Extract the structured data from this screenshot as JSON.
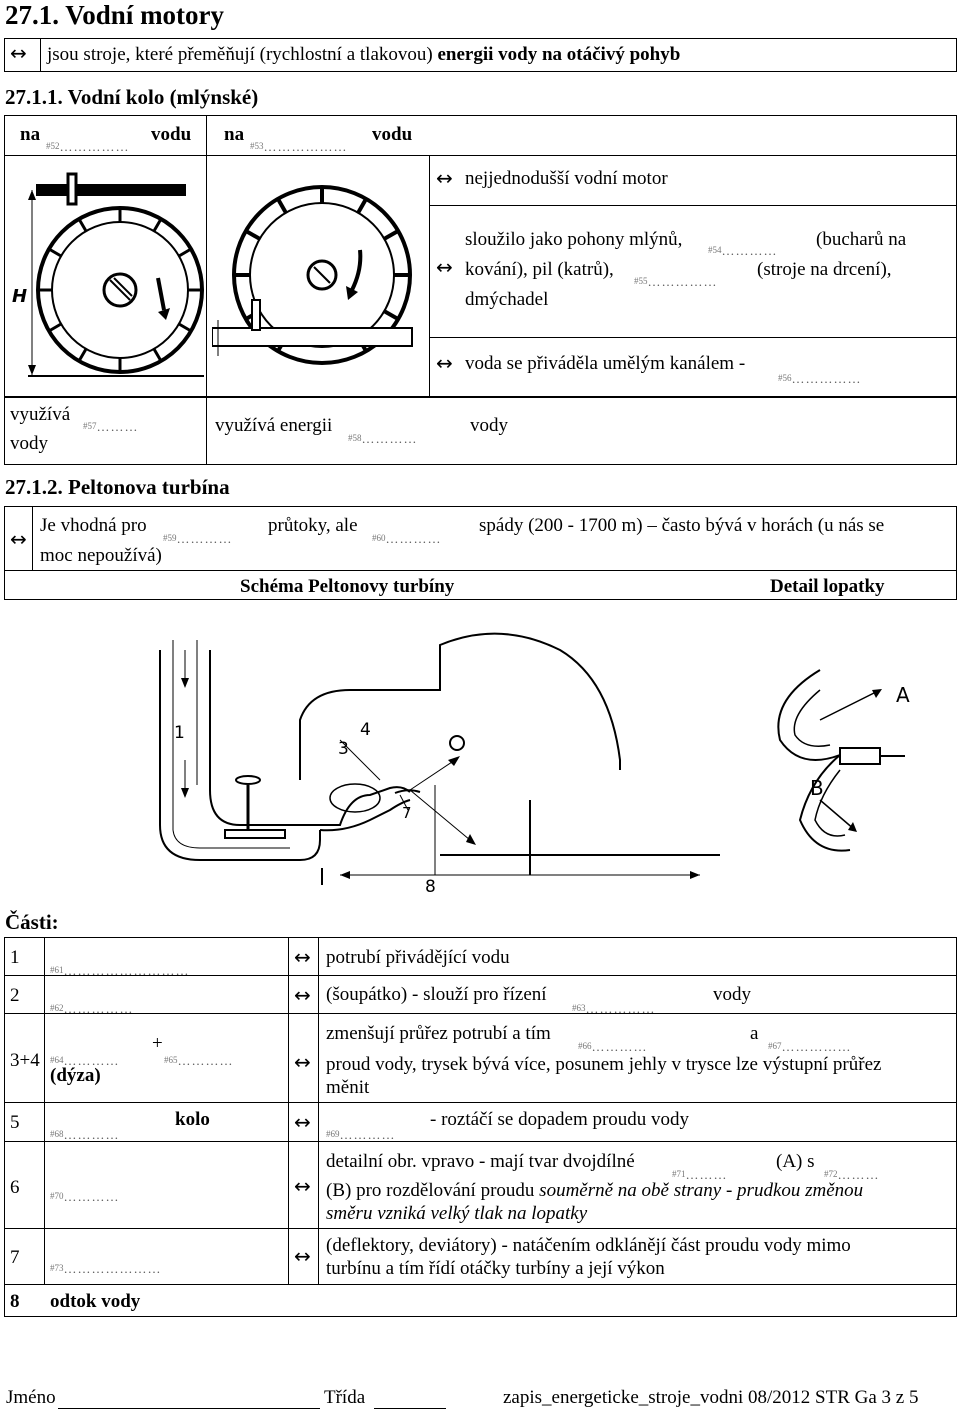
{
  "section_title": "27.1. Vodní motory",
  "intro": {
    "arrow": "↔",
    "text_before": "jsou stroje, které přeměňují (rychlostní a tlakovou) ",
    "text_bold": "energii vody na otáčivý pohyb"
  },
  "subsection_1": "27.1.1. Vodní kolo (mlýnské)",
  "waterwheel": {
    "left_label_a": "na",
    "left_blank": "#52",
    "left_label_b": "vodu",
    "right_label_a": "na",
    "right_blank": "#53",
    "right_label_b": "vodu",
    "h_label": "H",
    "notes": [
      {
        "arrow": "↔",
        "text": "nejjednodušší vodní motor"
      },
      {
        "arrow": "↔",
        "line1a": "sloužilo jako pohony mlýnů,",
        "blank1": "#54",
        "line1b": "(bucharů na",
        "line2a": "kování), pil (katrů),",
        "blank2": "#55",
        "line2b": "(stroje na drcení),",
        "line3": "dmýchadel"
      },
      {
        "arrow": "↔",
        "text": "voda se přiváděla umělým kanálem -",
        "blank": "#56"
      }
    ],
    "uses_left_a": "využívá",
    "uses_left_blank": "#57",
    "uses_left_b": "vody",
    "uses_right_a": "využívá energii",
    "uses_right_blank": "#58",
    "uses_right_b": "vody"
  },
  "subsection_2": "27.1.2. Peltonova turbína",
  "pelton": {
    "arrow": "↔",
    "t1": "Je vhodná pro",
    "blank1": "#59",
    "t2": "průtoky, ale",
    "blank2": "#60",
    "t3": "spády (200 - 1700 m) – často bývá v horách (u nás se",
    "t4": "moc nepoužívá)",
    "scheme_title": "Schéma Peltonovy turbíny",
    "detail_title": "Detail lopatky",
    "fig_labels": [
      "1",
      "3",
      "4",
      "7",
      "8"
    ],
    "detail_labels": [
      "A",
      "B"
    ]
  },
  "parts_title": "Části:",
  "parts": [
    {
      "num": "1",
      "blank": "#61",
      "arrow": "↔",
      "desc": "potrubí přivádějící vodu"
    },
    {
      "num": "2",
      "blank": "#62",
      "arrow": "↔",
      "desc_a": "(šoupátko) - slouží pro řízení",
      "desc_blank": "#63",
      "desc_b": "vody"
    },
    {
      "num": "3+4",
      "blank": "#64",
      "plus": "+",
      "blank2": "#65",
      "sub": "(dýza)",
      "arrow": "↔",
      "desc_a": "zmenšují průřez potrubí a tím",
      "desc_blank": "#66",
      "desc_mid": "a",
      "desc_blank2": "#67",
      "desc_b": "proud vody, trysek bývá více, posunem jehly v trysce lze výstupní průřez",
      "desc_c": "měnit"
    },
    {
      "num": "5",
      "blank": "#68",
      "after": "kolo",
      "arrow": "↔",
      "desc_blank": "#69",
      "desc_a": "- roztáčí se dopadem proudu vody"
    },
    {
      "num": "6",
      "blank": "#70",
      "arrow": "↔",
      "desc_a": "detailní obr. vpravo - mají tvar dvojdílné",
      "desc_blank": "#71",
      "desc_mid": "(A) s",
      "desc_blank2": "#72",
      "desc_b": "(B) pro rozdělování proudu ",
      "desc_b_it": "souměrně na obě strany - prudkou změnou",
      "desc_c_it": "směru vzniká velký tlak na lopatky"
    },
    {
      "num": "7",
      "blank": "#73",
      "arrow": "↔",
      "desc_a": "(deflektory, deviátory) - natáčením odklánějí část proudu vody mimo",
      "desc_b": "turbínu a tím řídí otáčky turbíny a její výkon"
    },
    {
      "num": "8",
      "label": "odtok vody"
    }
  ],
  "footer": {
    "name_label": "Jméno",
    "class_label": "Třída",
    "doc": "zapis_energeticke_stroje_vodni 08/2012 STR Ga 3 z 5"
  }
}
